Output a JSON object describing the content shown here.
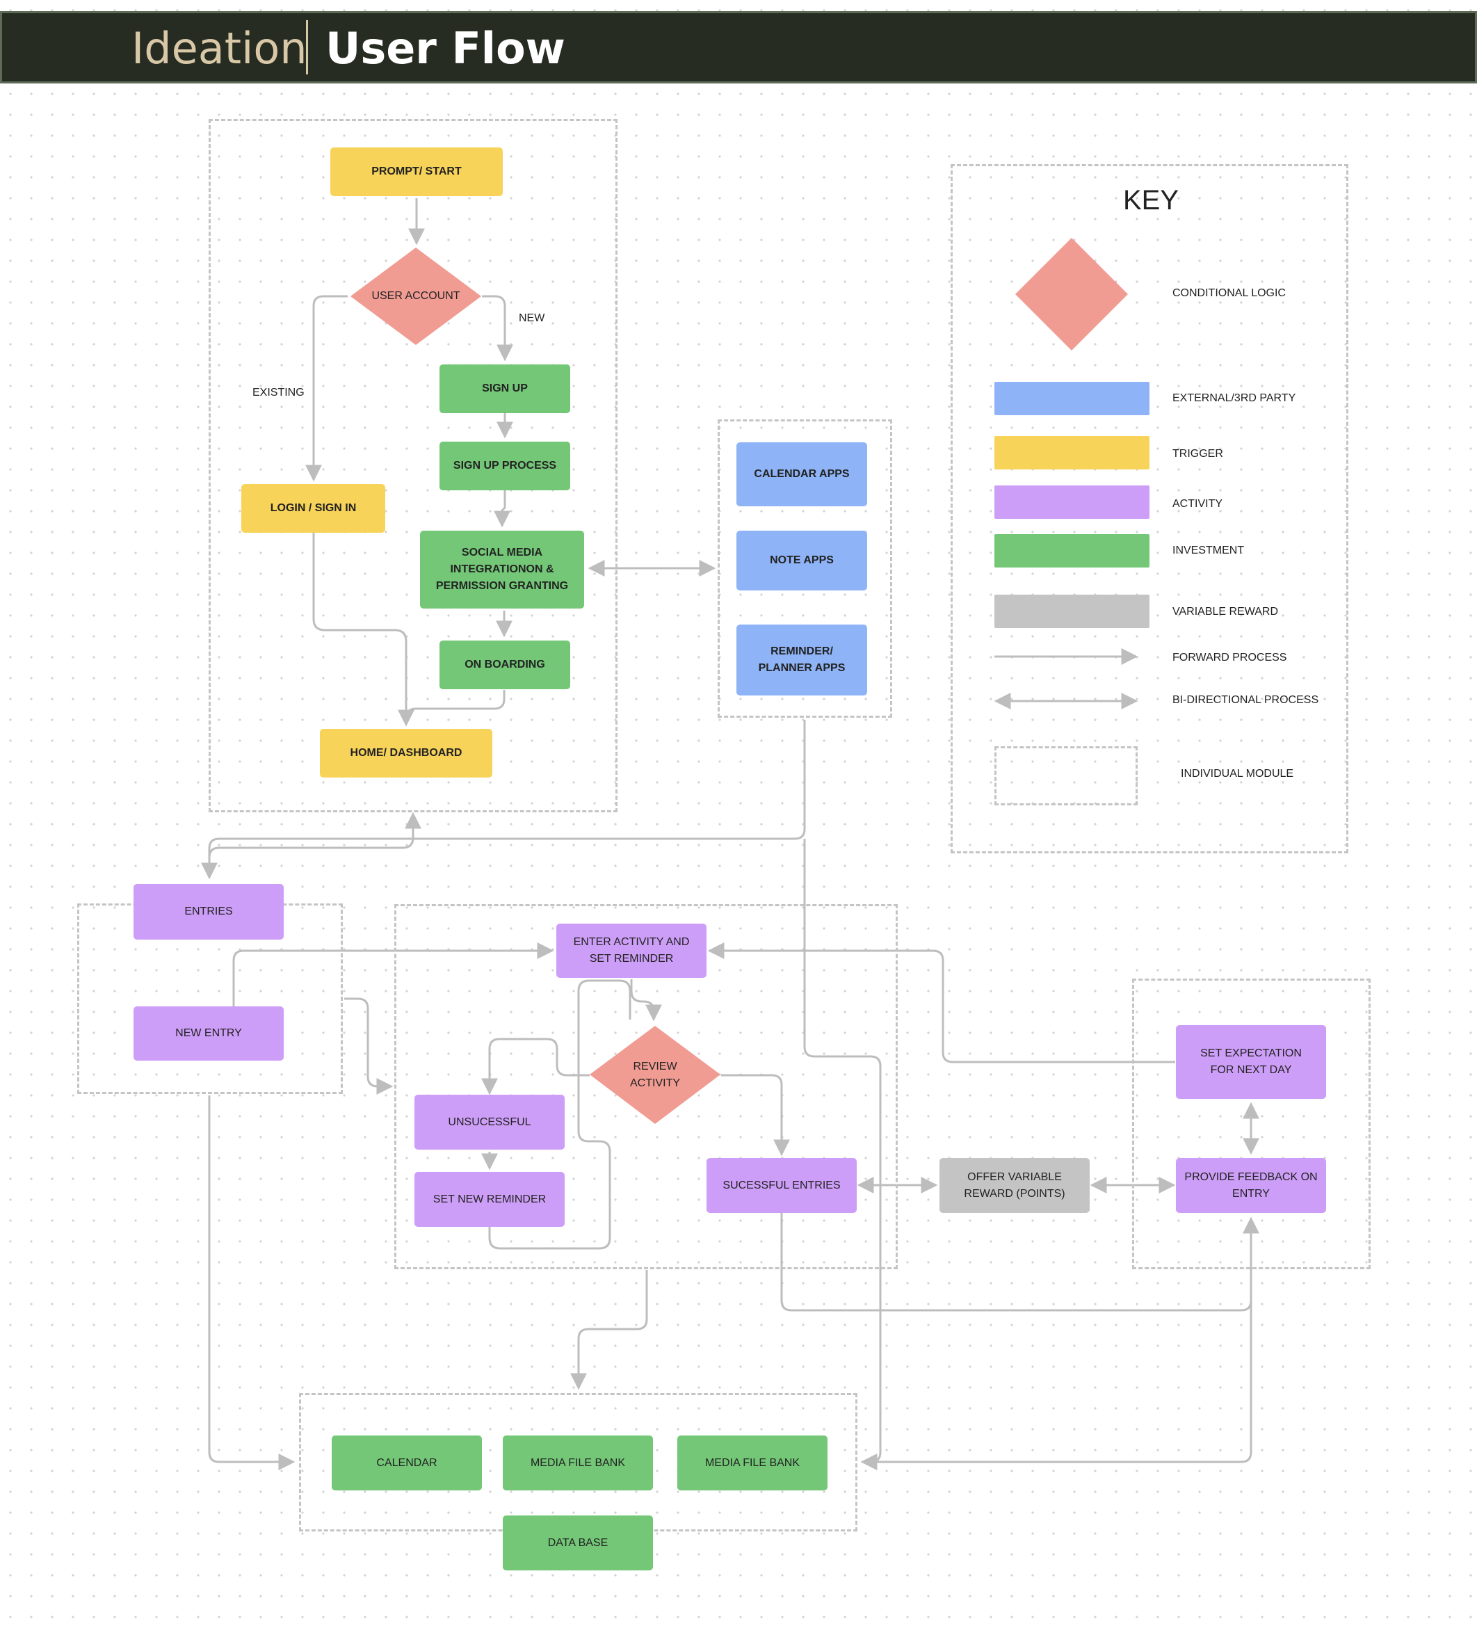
{
  "header": {
    "title_light": "Ideation",
    "title_bold": "User Flow"
  },
  "colors": {
    "trigger": "#f7d35a",
    "investment": "#73c777",
    "external": "#8eb4f7",
    "activity": "#cd9ef7",
    "variable_reward": "#c4c4c4",
    "conditional": "#f09c93",
    "connector": "#bdbdbd",
    "header_bg": "#262c21"
  },
  "nodes": {
    "prompt_start": "PROMPT/ START",
    "user_account": "USER ACCOUNT",
    "sign_up": "SIGN UP",
    "sign_up_process": "SIGN UP PROCESS",
    "login": "LOGIN / SIGN IN",
    "social_media": "SOCIAL MEDIA INTEGRATIONON & PERMISSION GRANTING",
    "on_boarding": "ON BOARDING",
    "home_dashboard": "HOME/ DASHBOARD",
    "calendar_apps": "CALENDAR APPS",
    "note_apps": "NOTE APPS",
    "reminder_apps": "REMINDER/ PLANNER APPS",
    "entries": "ENTRIES",
    "new_entry": "NEW ENTRY",
    "enter_activity": "ENTER ACTIVITY AND SET REMINDER",
    "review_activity": "REVIEW ACTIVITY",
    "unsuccessful": "UNSUCESSFUL",
    "set_new_reminder": "SET NEW REMINDER",
    "successful_entries": "SUCESSFUL ENTRIES",
    "offer_variable_reward": "OFFER VARIABLE REWARD (POINTS)",
    "set_expectation": "SET EXPECTATION FOR NEXT DAY",
    "provide_feedback": "PROVIDE FEEDBACK ON ENTRY",
    "calendar": "CALENDAR",
    "media_file_bank_1": "MEDIA FILE BANK",
    "media_file_bank_2": "MEDIA FILE BANK",
    "data_base": "DATA BASE"
  },
  "edge_labels": {
    "new": "NEW",
    "existing": "EXISTING"
  },
  "key": {
    "title": "KEY",
    "conditional_logic": "CONDITIONAL LOGIC",
    "external": "EXTERNAL/3RD PARTY",
    "trigger": "TRIGGER",
    "activity": "ACTIVITY",
    "investment": "INVESTMENT",
    "variable_reward": "VARIABLE REWARD",
    "forward_process": "FORWARD PROCESS",
    "bidirectional_process": "BI-DIRECTIONAL PROCESS",
    "individual_module": "INDIVIDUAL MODULE"
  }
}
